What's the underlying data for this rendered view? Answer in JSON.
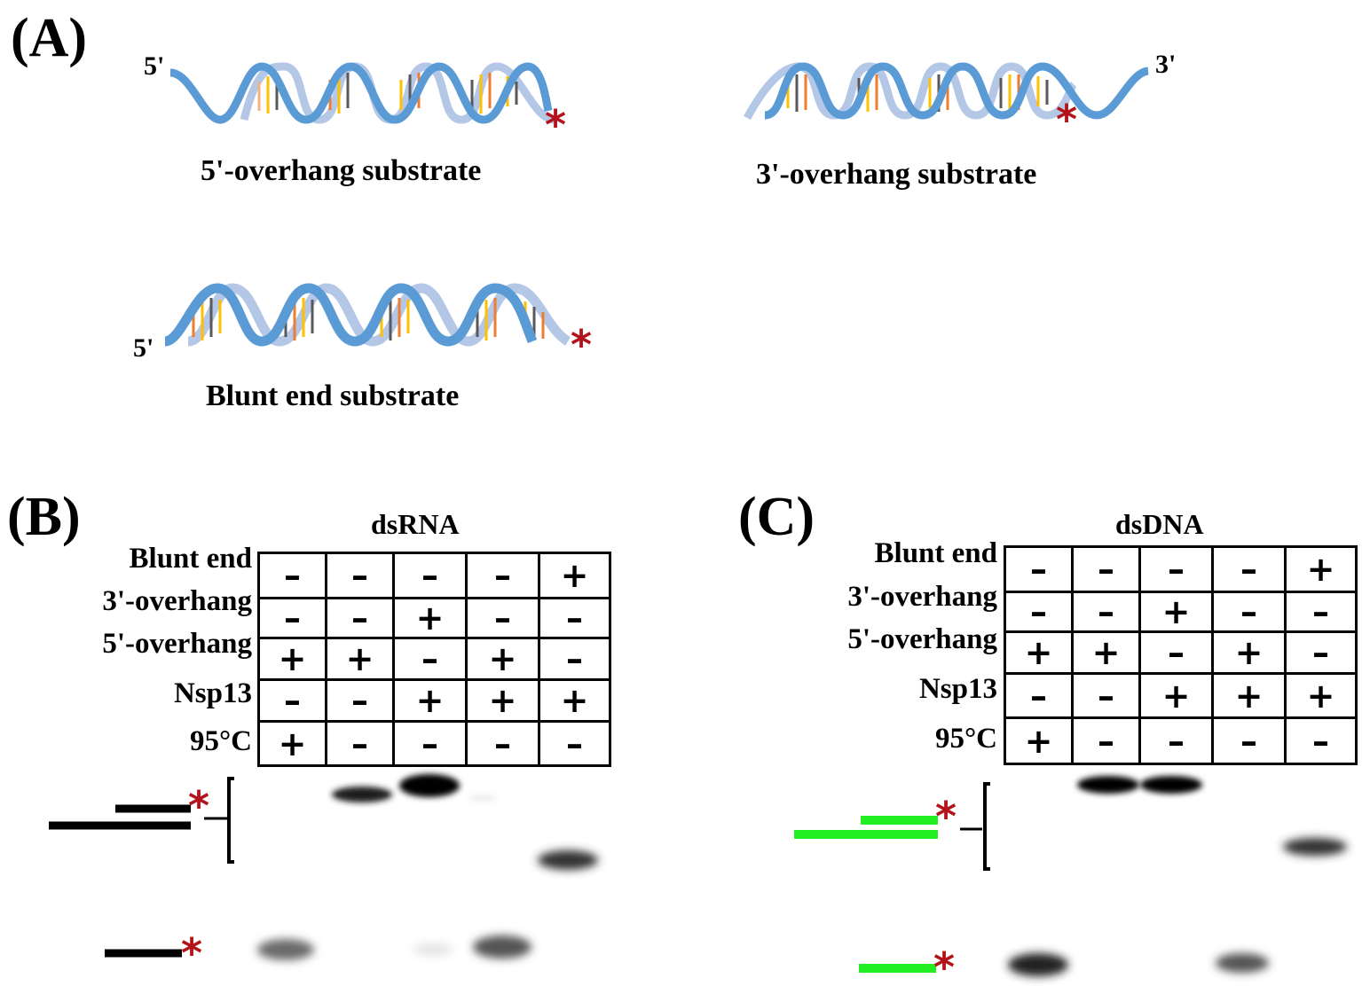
{
  "panel_a": {
    "letter": "(A)",
    "substrates": [
      {
        "id": "five-overhang",
        "title": "5'-overhang substrate",
        "end_label": "5'"
      },
      {
        "id": "three-overhang",
        "title": "3'-overhang substrate",
        "end_label": "3'"
      },
      {
        "id": "blunt",
        "title": "Blunt end substrate",
        "end_label": "5'"
      }
    ],
    "label_symbol": "*",
    "colors": {
      "strand_dark": "#5b9bd5",
      "strand_light": "#b4c7e7",
      "label_star": "#b3141b"
    }
  },
  "panel_b": {
    "letter": "(B)",
    "title": "dsRNA",
    "row_labels": [
      "Blunt end",
      "3'-overhang",
      "5'-overhang",
      "Nsp13",
      "95°C"
    ],
    "rows": [
      [
        "–",
        "–",
        "–",
        "–",
        "+"
      ],
      [
        "–",
        "–",
        "+",
        "–",
        "–"
      ],
      [
        "+",
        "+",
        "–",
        "+",
        "–"
      ],
      [
        "–",
        "–",
        "+",
        "+",
        "+"
      ],
      [
        "+",
        "–",
        "–",
        "–",
        "–"
      ]
    ],
    "legend_color": "#000000",
    "star": "*"
  },
  "panel_c": {
    "letter": "(C)",
    "title": "dsDNA",
    "row_labels": [
      "Blunt end",
      "3'-overhang",
      "5'-overhang",
      "Nsp13",
      "95°C"
    ],
    "rows": [
      [
        "–",
        "–",
        "–",
        "–",
        "+"
      ],
      [
        "–",
        "–",
        "+",
        "–",
        "–"
      ],
      [
        "+",
        "+",
        "–",
        "+",
        "–"
      ],
      [
        "–",
        "–",
        "+",
        "+",
        "+"
      ],
      [
        "+",
        "–",
        "–",
        "–",
        "–"
      ]
    ],
    "legend_color": "#22ee22",
    "star": "*"
  }
}
